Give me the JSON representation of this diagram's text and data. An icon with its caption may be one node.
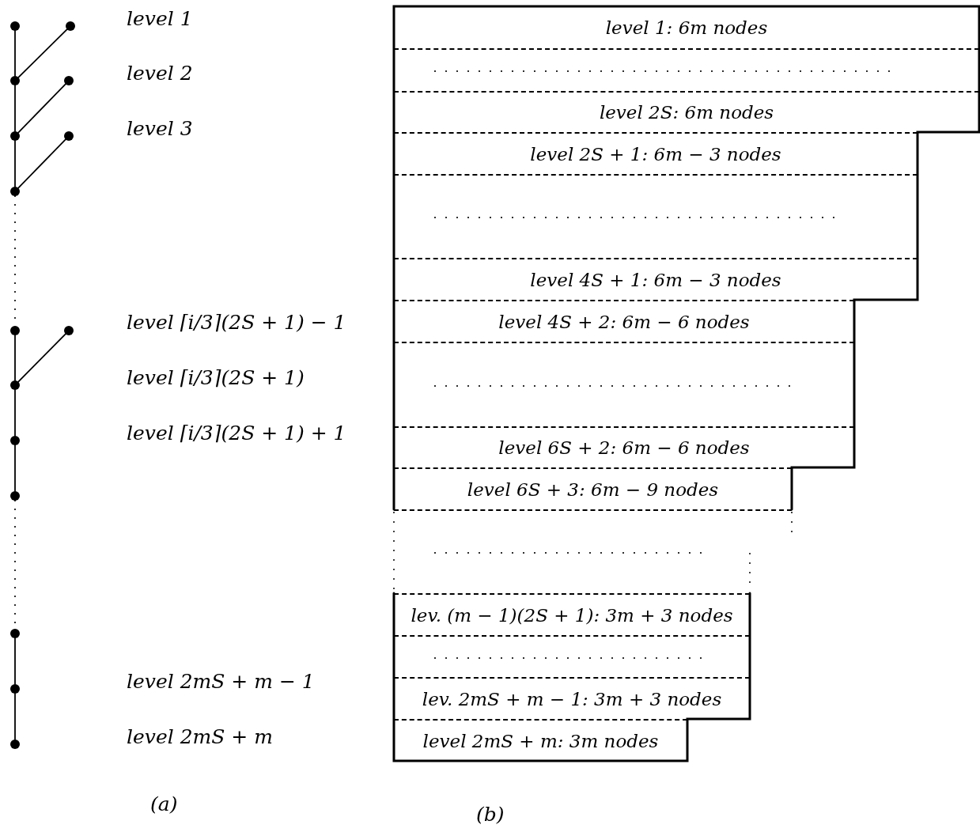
{
  "diagram": {
    "nodes": [
      {
        "text": [],
        "shape": "circle"
      },
      {
        "text": [],
        "shape": "circle"
      },
      {
        "text": [],
        "shape": "circle"
      },
      {
        "text": [],
        "shape": "circle"
      },
      {
        "text": [],
        "shape": "circle"
      },
      {
        "text": [],
        "shape": "circle"
      },
      {
        "text": [],
        "shape": "circle"
      },
      {
        "text": [],
        "shape": "circle"
      },
      {
        "text": [],
        "shape": "circle"
      },
      {
        "text": [],
        "shape": "circle"
      },
      {
        "text": [],
        "shape": "circle"
      },
      {
        "text": [],
        "shape": "circle"
      },
      {
        "text": [],
        "shape": "circle"
      },
      {
        "text": [],
        "shape": "circle"
      },
      {
        "text": [],
        "shape": "circle"
      },
      {
        "text": [
          "level 1: 6m nodes"
        ]
      },
      {
        "text": [],
        "shape": "box"
      },
      {
        "text": [
          "level 2S: 6m nodes"
        ]
      },
      {
        "text": [
          "level 2S + 1: 6m − 3 nodes"
        ]
      },
      {
        "text": [],
        "shape": "box"
      },
      {
        "text": [
          "level 4S + 1: 6m − 3 nodes"
        ]
      },
      {
        "text": [
          "level 4S + 2: 6m − 6 nodes"
        ]
      },
      {
        "text": [],
        "shape": "box"
      },
      {
        "text": [
          "level 6S + 2: 6m − 6 nodes"
        ]
      },
      {
        "text": [
          "level 6S + 3: 6m − 9 nodes"
        ]
      },
      {
        "text": [],
        "shape": "box"
      },
      {
        "text": [
          "lev. (m − 1)(2S + 1): 3m + 3 nodes"
        ]
      },
      {
        "text": [],
        "shape": "box"
      },
      {
        "text": [
          "lev. 2mS + m − 1: 3m + 3 nodes"
        ]
      },
      {
        "text": [
          "level 2mS + m: 3m nodes"
        ]
      }
    ],
    "edges": [
      {
        "from": 0,
        "to": 2,
        "arrow": "none"
      },
      {
        "from": 2,
        "to": 1,
        "arrow": "none"
      },
      {
        "from": 2,
        "to": 4,
        "arrow": "none"
      },
      {
        "from": 4,
        "to": 3,
        "arrow": "none"
      },
      {
        "from": 4,
        "to": 6,
        "arrow": "none"
      },
      {
        "from": 6,
        "to": 5,
        "arrow": "none"
      },
      {
        "from": 6,
        "to": 7,
        "arrow": "none",
        "style": "dashed"
      },
      {
        "from": 7,
        "to": 9,
        "arrow": "none"
      },
      {
        "from": 9,
        "to": 8,
        "arrow": "none"
      },
      {
        "from": 9,
        "to": 10,
        "arrow": "none"
      },
      {
        "from": 10,
        "to": 11,
        "arrow": "none"
      },
      {
        "from": 11,
        "to": 12,
        "arrow": "none",
        "style": "dashed"
      },
      {
        "from": 12,
        "to": 13,
        "arrow": "none"
      },
      {
        "from": 13,
        "to": 14,
        "arrow": "none"
      }
    ],
    "labels": [
      "level 1",
      "level 2",
      "level 3",
      "level ⌈i/3⌉(2S + 1) − 1",
      "level ⌈i/3⌉(2S + 1)",
      "level ⌈i/3⌉(2S + 1) + 1",
      "level 2mS + m − 1",
      "level 2mS + m",
      "(a)",
      "(b)"
    ]
  }
}
